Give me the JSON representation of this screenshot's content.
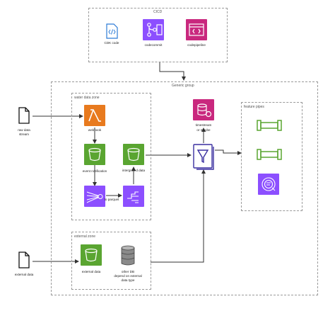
{
  "groups": {
    "cicd": "CICD",
    "generic": "Generic group",
    "water_zone": "water data zone",
    "external_zone": "external zone",
    "feature_pipes": "feature pipes"
  },
  "nodes": {
    "cdk_code": "CDK code",
    "codecommit": "codecommit",
    "codepipeline": "codepipeline",
    "raw_stream": [
      "raw data",
      "stream"
    ],
    "webhook": "webhook",
    "event_notification": "event notification",
    "integrated_data": "intergrated data",
    "to_parquet": "to parquet",
    "timestream": [
      "timestream",
      "or maybe"
    ],
    "external_data_file": "external data",
    "external_data_bucket": "external data",
    "other_db": [
      "other DB",
      "depend on external",
      "data type"
    ]
  },
  "colors": {
    "orange": "#e87a1e",
    "green": "#5aa531",
    "purple": "#8c4fff",
    "magenta": "#c9287e",
    "blue": "#2c7bd6",
    "dashed": "#9a9a9a"
  }
}
